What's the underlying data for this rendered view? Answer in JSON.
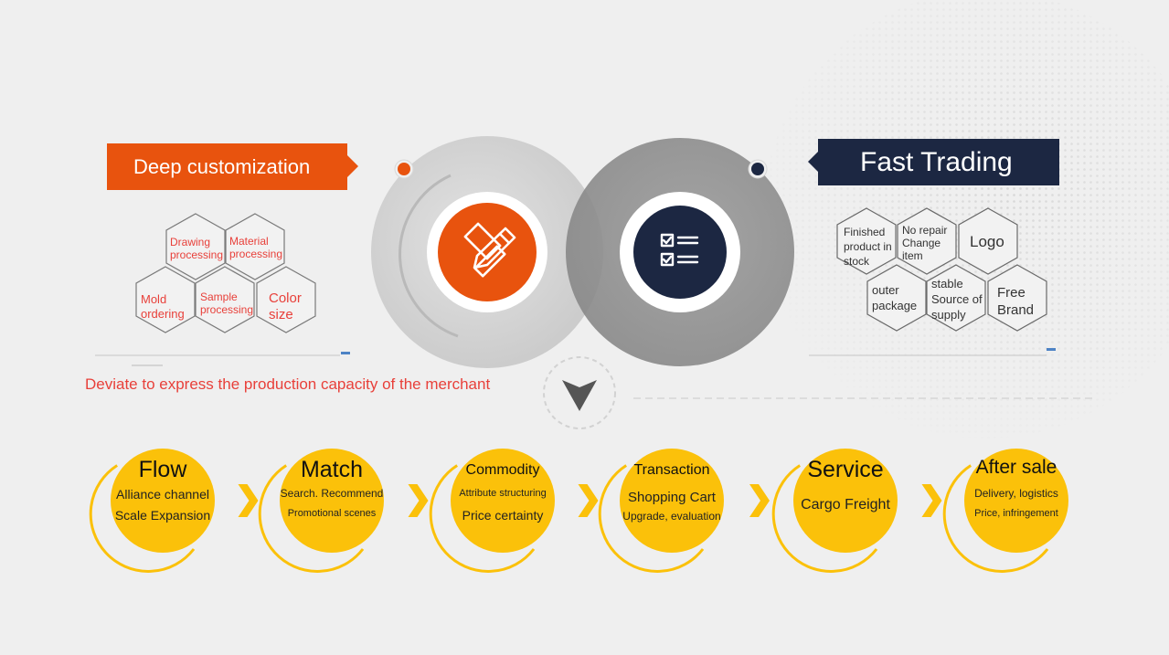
{
  "left_panel": {
    "banner": "Deep customization",
    "hexes": [
      {
        "label": "Drawing processing"
      },
      {
        "label": "Material processing"
      },
      {
        "label": "Mold ordering"
      },
      {
        "label": "Sample processing"
      },
      {
        "label": "Color size"
      }
    ],
    "caption": "Deviate to express the production capacity of the merchant"
  },
  "right_panel": {
    "banner": "Fast Trading",
    "hexes": [
      {
        "label": "Finished product in stock"
      },
      {
        "label": "No repair Change item"
      },
      {
        "label": "Logo"
      },
      {
        "label": "outer package"
      },
      {
        "label": "stable Source of supply"
      },
      {
        "label": "Free Brand"
      }
    ]
  },
  "center": {
    "left_icon": "pencil-ruler-icon",
    "right_icon": "checklist-icon",
    "arrow_icon": "down-arrow-icon"
  },
  "colors": {
    "orange": "#e8530e",
    "navy": "#1c2742",
    "yellow": "#fbc10a",
    "red_text": "#e8403a"
  },
  "process_steps": [
    {
      "title": "Flow",
      "lines": [
        "Alliance channel",
        "Scale Expansion"
      ]
    },
    {
      "title": "Match",
      "lines": [
        "Search. Recommend",
        "Promotional scenes"
      ]
    },
    {
      "title": "Commodity",
      "lines": [
        "Attribute structuring",
        "Price certainty"
      ]
    },
    {
      "title": "Transaction",
      "lines": [
        "Shopping Cart",
        "Upgrade, evaluation"
      ]
    },
    {
      "title": "Service",
      "lines": [
        "Cargo Freight"
      ]
    },
    {
      "title": "After sale",
      "lines": [
        "Delivery, logistics",
        "Price, infringement"
      ]
    }
  ]
}
